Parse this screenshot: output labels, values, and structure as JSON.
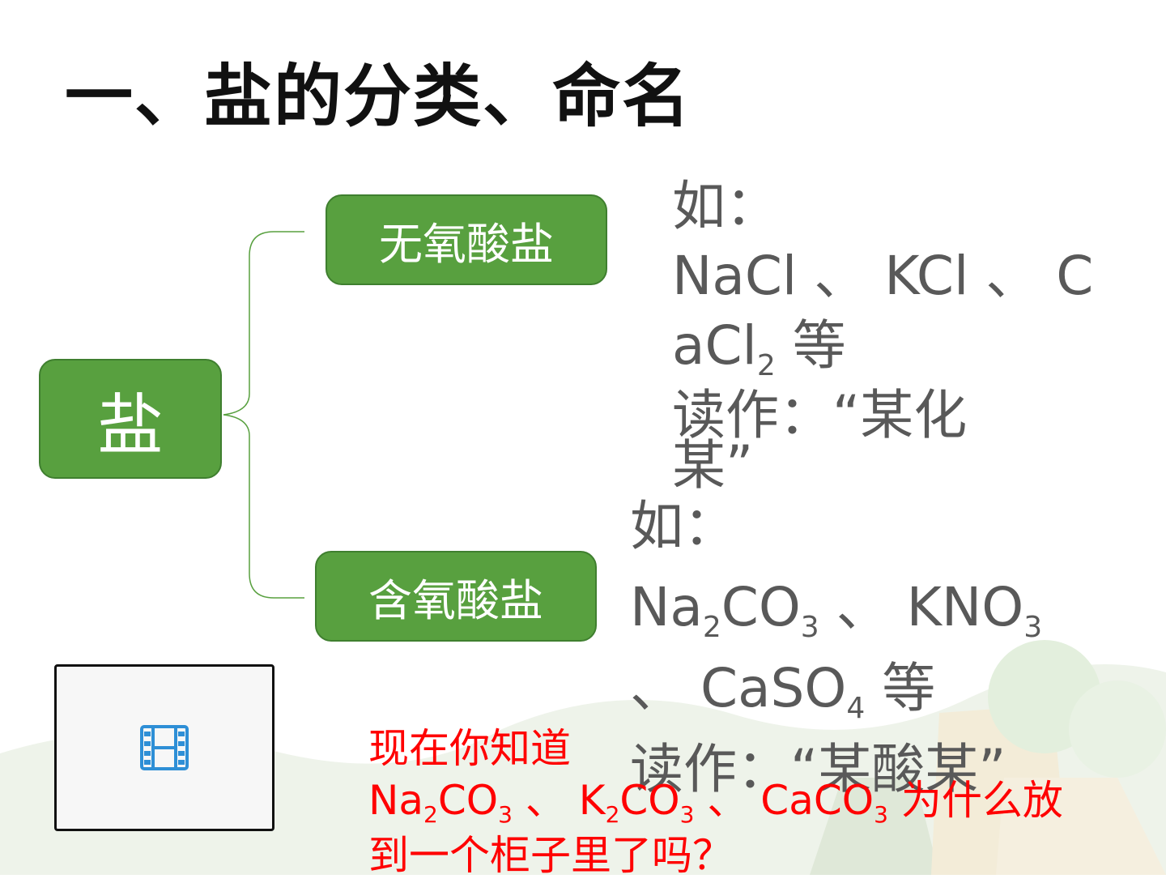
{
  "title": "一、盐的分类、命名",
  "diagram": {
    "root": "盐",
    "branch_top": "无氧酸盐",
    "branch_bottom": "含氧酸盐"
  },
  "oxygen_free": {
    "prefix": "如：",
    "l1_a": "NaCl 、 KCl 、 C",
    "l2_a": "aCl",
    "l2_sub": "2",
    "l2_b": " 等",
    "reading_1": "读作：“某化",
    "reading_2": "某”"
  },
  "oxygen_containing": {
    "prefix": "如：",
    "a": "Na",
    "a_sub": "2",
    "b": "CO",
    "b_sub": "3",
    "c": " 、 KNO",
    "c_sub": "3",
    "d": "、 CaSO",
    "d_sub": "4",
    "e": " 等",
    "reading": "读作：“某酸某”"
  },
  "question": {
    "line1": "现在你知道",
    "p1": "Na",
    "p1_sub": "2",
    "p2": "CO",
    "p2_sub": "3",
    "p3": " 、 K",
    "p3_sub": "2",
    "p4": "CO",
    "p4_sub": "3",
    "p5": " 、 CaCO",
    "p5_sub": "3",
    "p6": " 为什么放",
    "line3": "到一个柜子里了吗？"
  },
  "video": {
    "icon": "film-icon"
  },
  "colors": {
    "node_green": "#58a03f",
    "text_gray": "#595959",
    "question_red": "#ff0000"
  }
}
